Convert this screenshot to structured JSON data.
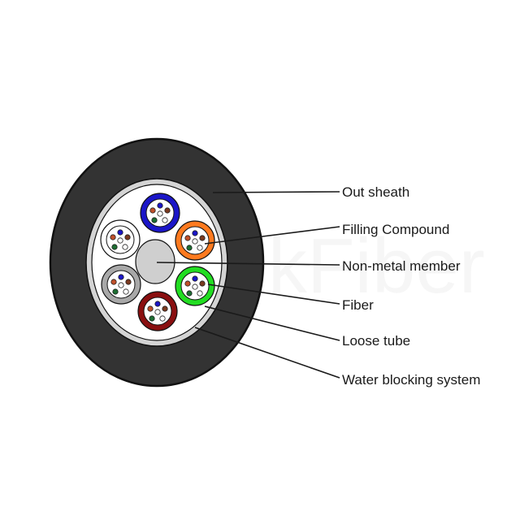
{
  "diagram": {
    "title": "Fiber optic cable cross-section",
    "watermark": "kFiber",
    "colors": {
      "sheath": "#333333",
      "sheath_outline": "#111111",
      "water_blocking": "#d4d4d4",
      "core_fill": "#ffffff",
      "central_member": "#cfcfcf",
      "leader_line": "#1a1a1a",
      "label_text": "#1a1a1a"
    },
    "tubes": [
      {
        "name": "blue",
        "color": "#1b16c8"
      },
      {
        "name": "orange",
        "color": "#ff7a1f"
      },
      {
        "name": "green",
        "color": "#22dd22"
      },
      {
        "name": "brown",
        "color": "#8a0f10"
      },
      {
        "name": "gray",
        "color": "#a8a8a8"
      },
      {
        "name": "white",
        "color": "#ffffff"
      }
    ],
    "fiber_colors": [
      "#1b16c8",
      "#c0502a",
      "#7a3a20",
      "#ffffff",
      "#1d6e32",
      "#ffffff"
    ],
    "labels": [
      {
        "id": "out-sheath",
        "text": "Out sheath"
      },
      {
        "id": "filling-compound",
        "text": "Filling Compound"
      },
      {
        "id": "non-metal-member",
        "text": "Non-metal member"
      },
      {
        "id": "fiber",
        "text": "Fiber"
      },
      {
        "id": "loose-tube",
        "text": "Loose tube"
      },
      {
        "id": "water-blocking-system",
        "text": "Water blocking system"
      }
    ]
  }
}
